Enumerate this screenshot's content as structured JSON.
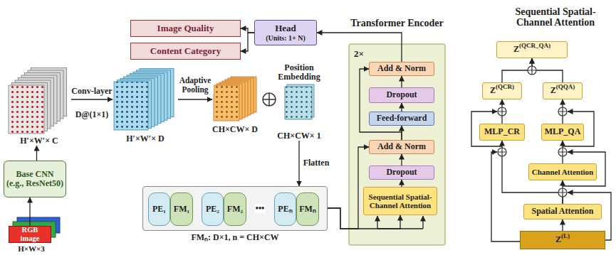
{
  "diagram": {
    "nodes": [
      {
        "text": [
          "Image Quality"
        ]
      },
      {
        "text": [
          "Content Category"
        ]
      },
      {
        "text": [
          "Head",
          "(Units: 1+ N)"
        ]
      },
      {
        "text": [
          "Transformer Encoder",
          "2×"
        ]
      },
      {
        "text": [
          "Add & Norm"
        ],
        "in": 3
      },
      {
        "text": [
          "Dropout"
        ],
        "in": 3
      },
      {
        "text": [
          "Feed-forward"
        ],
        "in": 3
      },
      {
        "text": [
          "Add & Norm"
        ],
        "in": 3
      },
      {
        "text": [
          "Dropout"
        ],
        "in": 3
      },
      {
        "text": [
          "Sequential Spatial-Channel Attention"
        ],
        "in": 3
      },
      {
        "text": [
          "Z",
          "(QCR_QA)"
        ]
      },
      {
        "text": [
          "Z",
          "(QCR)"
        ]
      },
      {
        "text": [
          "Z",
          "(QQA)"
        ]
      },
      {
        "text": [
          "MLP_CR"
        ]
      },
      {
        "text": [
          "MLP_QA"
        ]
      },
      {
        "text": [
          "Channel Attention"
        ]
      },
      {
        "text": [
          "Spatial Attention"
        ]
      },
      {
        "text": [
          "Z",
          "(L)"
        ]
      },
      {
        "text": [
          "H′×W′× C"
        ]
      },
      {
        "text": [
          "H′×W′× D"
        ]
      },
      {
        "text": [
          "CH×CW× D"
        ]
      },
      {
        "text": [
          "Position Embedding",
          "CH×CW× 1"
        ]
      },
      {
        "text": [
          "Base CNN (e.g., ResNet50)"
        ]
      },
      {
        "text": [
          "RGB image"
        ]
      },
      {
        "text": [
          "FMₙ: D×1, n = CH×CW"
        ]
      },
      {
        "text": [
          "PE₁"
        ],
        "in": 24
      },
      {
        "text": [
          "FM₁"
        ],
        "in": 24
      },
      {
        "text": [
          "PE₂"
        ],
        "in": 24
      },
      {
        "text": [
          "FM₂"
        ],
        "in": 24
      },
      {
        "text": [
          "PEₙ"
        ],
        "in": 24
      },
      {
        "text": [
          "FMₙ"
        ],
        "in": 24
      }
    ],
    "edges": [
      {
        "from": 23,
        "to": 22,
        "arrow": "to"
      },
      {
        "from": 22,
        "to": 18,
        "arrow": "to"
      },
      {
        "from": 18,
        "to": 19,
        "arrow": "to",
        "label": "Conv-layer"
      },
      {
        "from": 19,
        "to": 20,
        "arrow": "to",
        "label": "Adaptive Pooling"
      },
      {
        "from": 21,
        "to": 24,
        "arrow": "to",
        "label": "Flatten"
      },
      {
        "from": 24,
        "to": 9,
        "arrow": "to"
      },
      {
        "from": 24,
        "to": 7,
        "arrow": "to"
      },
      {
        "from": 9,
        "to": 8,
        "arrow": "to"
      },
      {
        "from": 8,
        "to": 7,
        "arrow": "to"
      },
      {
        "from": 7,
        "to": 6,
        "arrow": "to"
      },
      {
        "from": 6,
        "to": 5,
        "arrow": "to"
      },
      {
        "from": 5,
        "to": 4,
        "arrow": "to"
      },
      {
        "from": 7,
        "to": 4,
        "arrow": "to"
      },
      {
        "from": 4,
        "to": 2,
        "arrow": "to"
      },
      {
        "from": 2,
        "to": 0,
        "arrow": "to"
      },
      {
        "from": 2,
        "to": 1,
        "arrow": "to"
      },
      {
        "from": 17,
        "to": 16,
        "arrow": "to"
      },
      {
        "from": 16,
        "to": 15,
        "arrow": "to"
      },
      {
        "from": 16,
        "to": 13,
        "arrow": "to"
      },
      {
        "from": 15,
        "to": 14,
        "arrow": "to"
      },
      {
        "from": 14,
        "to": 12,
        "arrow": "to"
      },
      {
        "from": 13,
        "to": 11,
        "arrow": "to"
      },
      {
        "from": 11,
        "to": 10,
        "arrow": "to"
      },
      {
        "from": 12,
        "to": 10,
        "arrow": "to"
      }
    ],
    "labels": [
      "D@(1×1)",
      "H×W×3",
      "•••",
      "Sequential Spatial- Channel Attention"
    ]
  }
}
